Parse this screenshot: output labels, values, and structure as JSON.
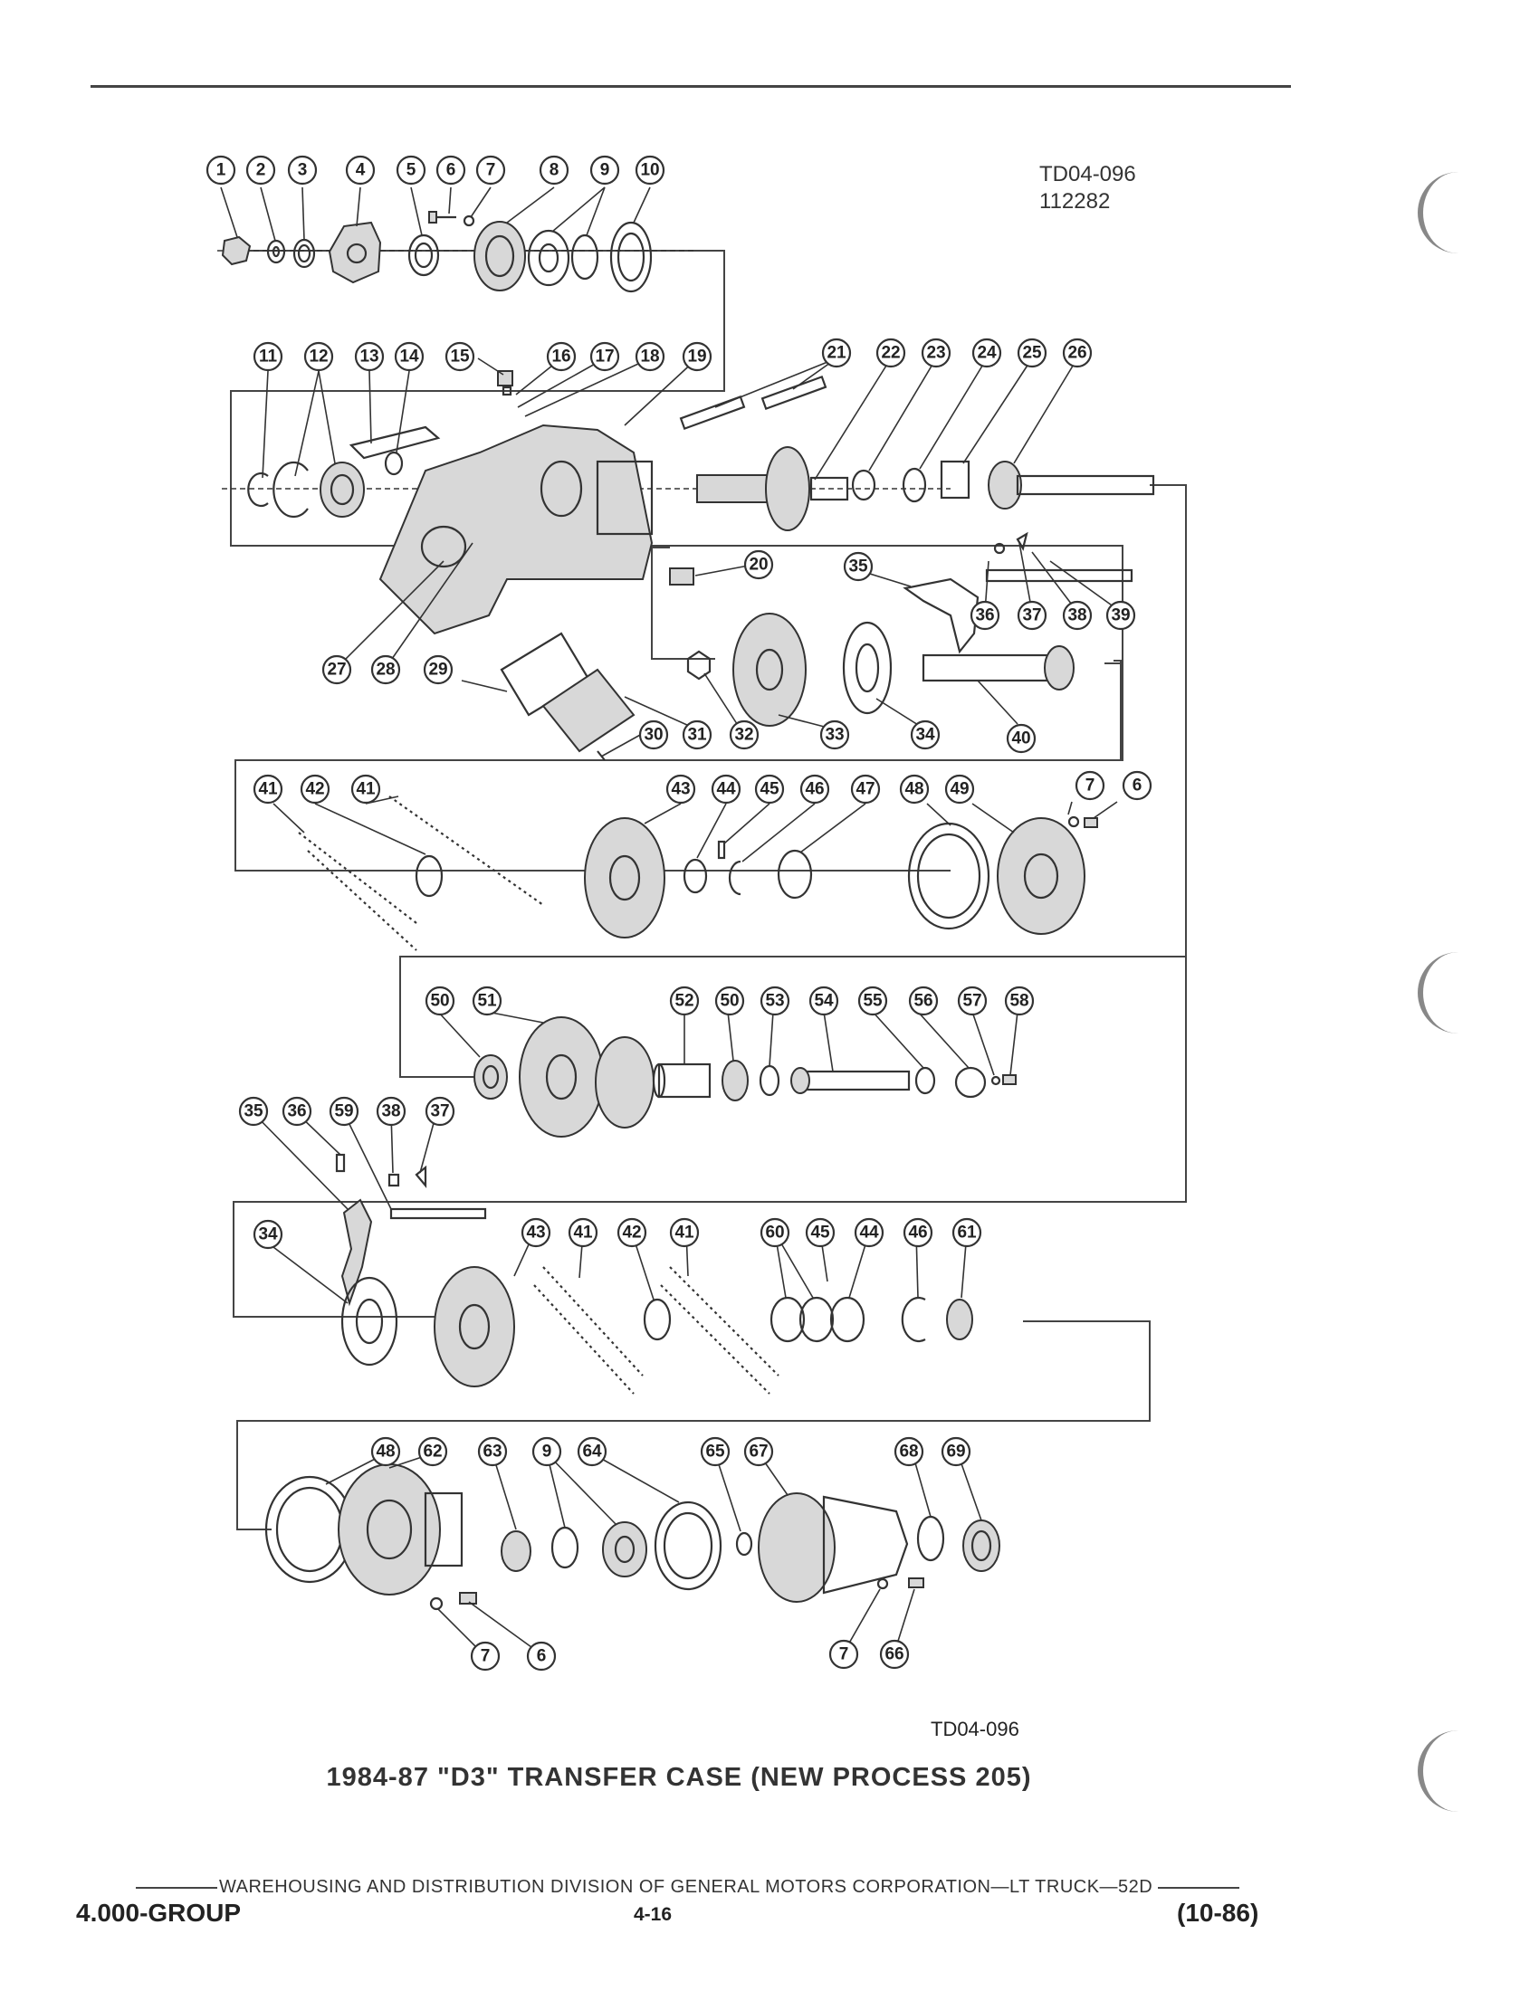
{
  "drawing_code": [
    "TD04-096",
    "112282"
  ],
  "drawing_code_bottom": "TD04-096",
  "caption": "1984-87 \"D3\" TRANSFER CASE (NEW PROCESS 205)",
  "footer": {
    "division_line": "WAREHOUSING AND DISTRIBUTION  DIVISION OF GENERAL MOTORS CORPORATION—LT TRUCK—52D",
    "group": "4.000-GROUP",
    "page": "4-16",
    "date": "(10-86)"
  },
  "callouts": [
    {
      "id": "c1",
      "n": "1"
    },
    {
      "id": "c2",
      "n": "2"
    },
    {
      "id": "c3",
      "n": "3"
    },
    {
      "id": "c4",
      "n": "4"
    },
    {
      "id": "c5",
      "n": "5"
    },
    {
      "id": "c6",
      "n": "6"
    },
    {
      "id": "c7",
      "n": "7"
    },
    {
      "id": "c8",
      "n": "8"
    },
    {
      "id": "c9",
      "n": "9"
    },
    {
      "id": "c10",
      "n": "10"
    },
    {
      "id": "c11",
      "n": "11"
    },
    {
      "id": "c12",
      "n": "12"
    },
    {
      "id": "c13",
      "n": "13"
    },
    {
      "id": "c14",
      "n": "14"
    },
    {
      "id": "c15",
      "n": "15"
    },
    {
      "id": "c16",
      "n": "16"
    },
    {
      "id": "c17",
      "n": "17"
    },
    {
      "id": "c18",
      "n": "18"
    },
    {
      "id": "c19",
      "n": "19"
    },
    {
      "id": "c21",
      "n": "21"
    },
    {
      "id": "c22",
      "n": "22"
    },
    {
      "id": "c23",
      "n": "23"
    },
    {
      "id": "c24",
      "n": "24"
    },
    {
      "id": "c25",
      "n": "25"
    },
    {
      "id": "c26",
      "n": "26"
    },
    {
      "id": "c20",
      "n": "20"
    },
    {
      "id": "c35a",
      "n": "35"
    },
    {
      "id": "c36a",
      "n": "36"
    },
    {
      "id": "c37a",
      "n": "37"
    },
    {
      "id": "c38a",
      "n": "38"
    },
    {
      "id": "c39",
      "n": "39"
    },
    {
      "id": "c27",
      "n": "27"
    },
    {
      "id": "c28",
      "n": "28"
    },
    {
      "id": "c29",
      "n": "29"
    },
    {
      "id": "c30",
      "n": "30"
    },
    {
      "id": "c31",
      "n": "31"
    },
    {
      "id": "c32",
      "n": "32"
    },
    {
      "id": "c33",
      "n": "33"
    },
    {
      "id": "c34a",
      "n": "34"
    },
    {
      "id": "c40",
      "n": "40"
    },
    {
      "id": "c41a",
      "n": "41"
    },
    {
      "id": "c42a",
      "n": "42"
    },
    {
      "id": "c41b",
      "n": "41"
    },
    {
      "id": "c43a",
      "n": "43"
    },
    {
      "id": "c44a",
      "n": "44"
    },
    {
      "id": "c45a",
      "n": "45"
    },
    {
      "id": "c46a",
      "n": "46"
    },
    {
      "id": "c47",
      "n": "47"
    },
    {
      "id": "c48a",
      "n": "48"
    },
    {
      "id": "c49",
      "n": "49"
    },
    {
      "id": "c7b",
      "n": "7"
    },
    {
      "id": "c6b",
      "n": "6"
    },
    {
      "id": "c50a",
      "n": "50"
    },
    {
      "id": "c51",
      "n": "51"
    },
    {
      "id": "c52",
      "n": "52"
    },
    {
      "id": "c50b",
      "n": "50"
    },
    {
      "id": "c53",
      "n": "53"
    },
    {
      "id": "c54",
      "n": "54"
    },
    {
      "id": "c55",
      "n": "55"
    },
    {
      "id": "c56",
      "n": "56"
    },
    {
      "id": "c57",
      "n": "57"
    },
    {
      "id": "c58",
      "n": "58"
    },
    {
      "id": "c35b",
      "n": "35"
    },
    {
      "id": "c36b",
      "n": "36"
    },
    {
      "id": "c59",
      "n": "59"
    },
    {
      "id": "c38b",
      "n": "38"
    },
    {
      "id": "c37b",
      "n": "37"
    },
    {
      "id": "c34b",
      "n": "34"
    },
    {
      "id": "c43b",
      "n": "43"
    },
    {
      "id": "c41c",
      "n": "41"
    },
    {
      "id": "c42b",
      "n": "42"
    },
    {
      "id": "c41d",
      "n": "41"
    },
    {
      "id": "c60",
      "n": "60"
    },
    {
      "id": "c45b",
      "n": "45"
    },
    {
      "id": "c44b",
      "n": "44"
    },
    {
      "id": "c46b",
      "n": "46"
    },
    {
      "id": "c61",
      "n": "61"
    },
    {
      "id": "c48b",
      "n": "48"
    },
    {
      "id": "c62",
      "n": "62"
    },
    {
      "id": "c63",
      "n": "63"
    },
    {
      "id": "c9b",
      "n": "9"
    },
    {
      "id": "c64",
      "n": "64"
    },
    {
      "id": "c65",
      "n": "65"
    },
    {
      "id": "c67",
      "n": "67"
    },
    {
      "id": "c68",
      "n": "68"
    },
    {
      "id": "c69",
      "n": "69"
    },
    {
      "id": "c7c",
      "n": "7"
    },
    {
      "id": "c6c",
      "n": "6"
    },
    {
      "id": "c7d",
      "n": "7"
    },
    {
      "id": "c66",
      "n": "66"
    }
  ]
}
